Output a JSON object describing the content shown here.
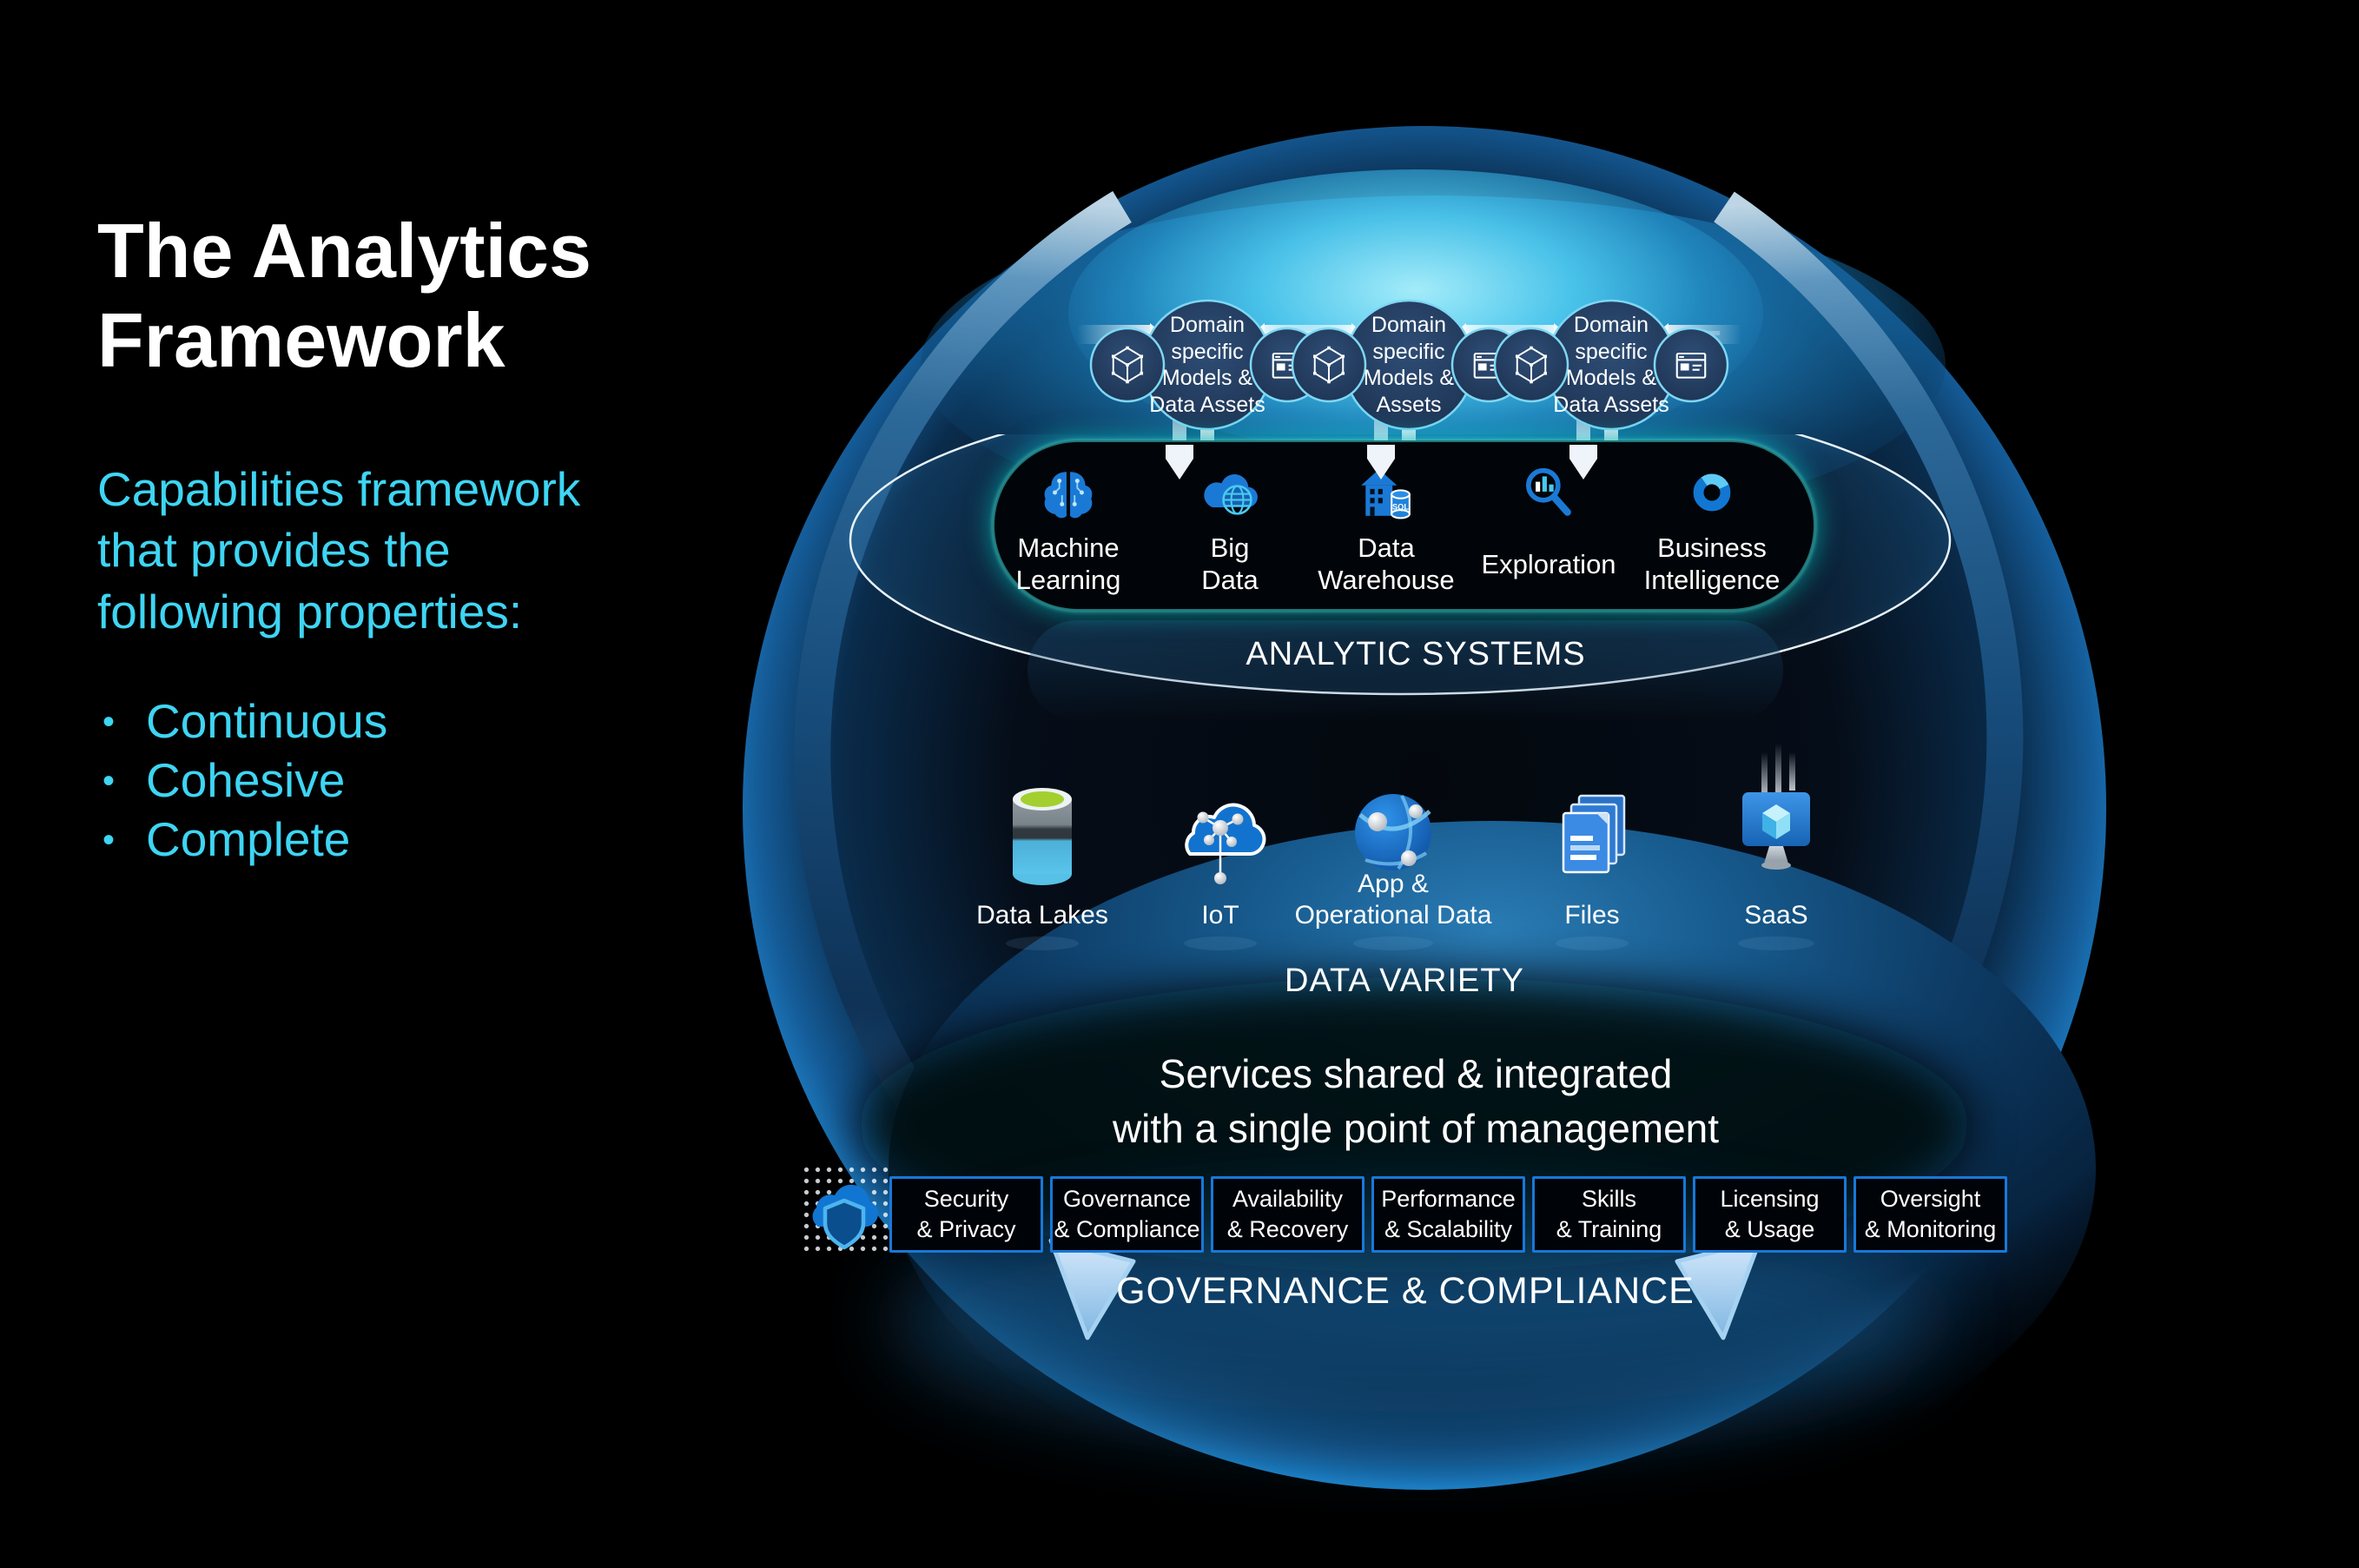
{
  "panel": {
    "title": "The Analytics\nFramework",
    "subtitle": "Capabilities framework\nthat provides the\nfollowing properties:",
    "bullet_glyph": "•",
    "bullets": [
      "Continuous",
      "Cohesive",
      "Complete"
    ]
  },
  "diagram": {
    "domain_nodes": [
      {
        "label": "Domain\nspecific\nModels &\nData Assets",
        "left_icon": "cube-wireframe-icon",
        "right_icon": "form-document-icon"
      },
      {
        "label": "Domain\nspecific\nModels &\nAssets",
        "left_icon": "cube-wireframe-icon",
        "right_icon": "form-document-icon"
      },
      {
        "label": "Domain\nspecific\nModels &\nData Assets",
        "left_icon": "cube-wireframe-icon",
        "right_icon": "form-document-icon"
      }
    ],
    "analytic_systems": {
      "label": "ANALYTIC SYSTEMS",
      "items": [
        {
          "name": "Machine\nLearning",
          "icon": "brain-icon"
        },
        {
          "name": "Big\nData",
          "icon": "cloud-globe-icon"
        },
        {
          "name": "Data\nWarehouse",
          "icon": "warehouse-sql-icon",
          "icon_label": "SQL"
        },
        {
          "name": "Exploration",
          "icon": "magnifier-chart-icon"
        },
        {
          "name": "Business\nIntelligence",
          "icon": "donut-chart-icon"
        }
      ]
    },
    "data_variety": {
      "label": "DATA VARIETY",
      "items": [
        {
          "name": "Data Lakes",
          "icon": "cylinder-lake-icon"
        },
        {
          "name": "IoT",
          "icon": "cloud-network-icon"
        },
        {
          "name": "App &\nOperational Data",
          "icon": "globe-network-icon"
        },
        {
          "name": "Files",
          "icon": "documents-icon"
        },
        {
          "name": "SaaS",
          "icon": "monitor-cube-icon"
        }
      ]
    },
    "services_note": "Services shared & integrated\nwith a single point of management",
    "governance": {
      "icon": "cloud-shield-icon",
      "label": "GOVERNANCE & COMPLIANCE",
      "boxes": [
        "Security\n& Privacy",
        "Governance\n& Compliance",
        "Availability\n& Recovery",
        "Performance\n& Scalability",
        "Skills\n& Training",
        "Licensing\n& Usage",
        "Oversight\n& Monitoring"
      ]
    },
    "colors": {
      "accent_cyan": "#3ED5F3",
      "icon_blue": "#1B79D6",
      "icon_light_blue": "#49C9F1",
      "node_fill": "#24405F",
      "node_border": "#7ED7F3",
      "box_border": "#1878D8",
      "pill_glow": "#00C9C4",
      "swoosh_blue": "#1D5584",
      "arrow_light_blue": "#A6D2F1"
    }
  }
}
